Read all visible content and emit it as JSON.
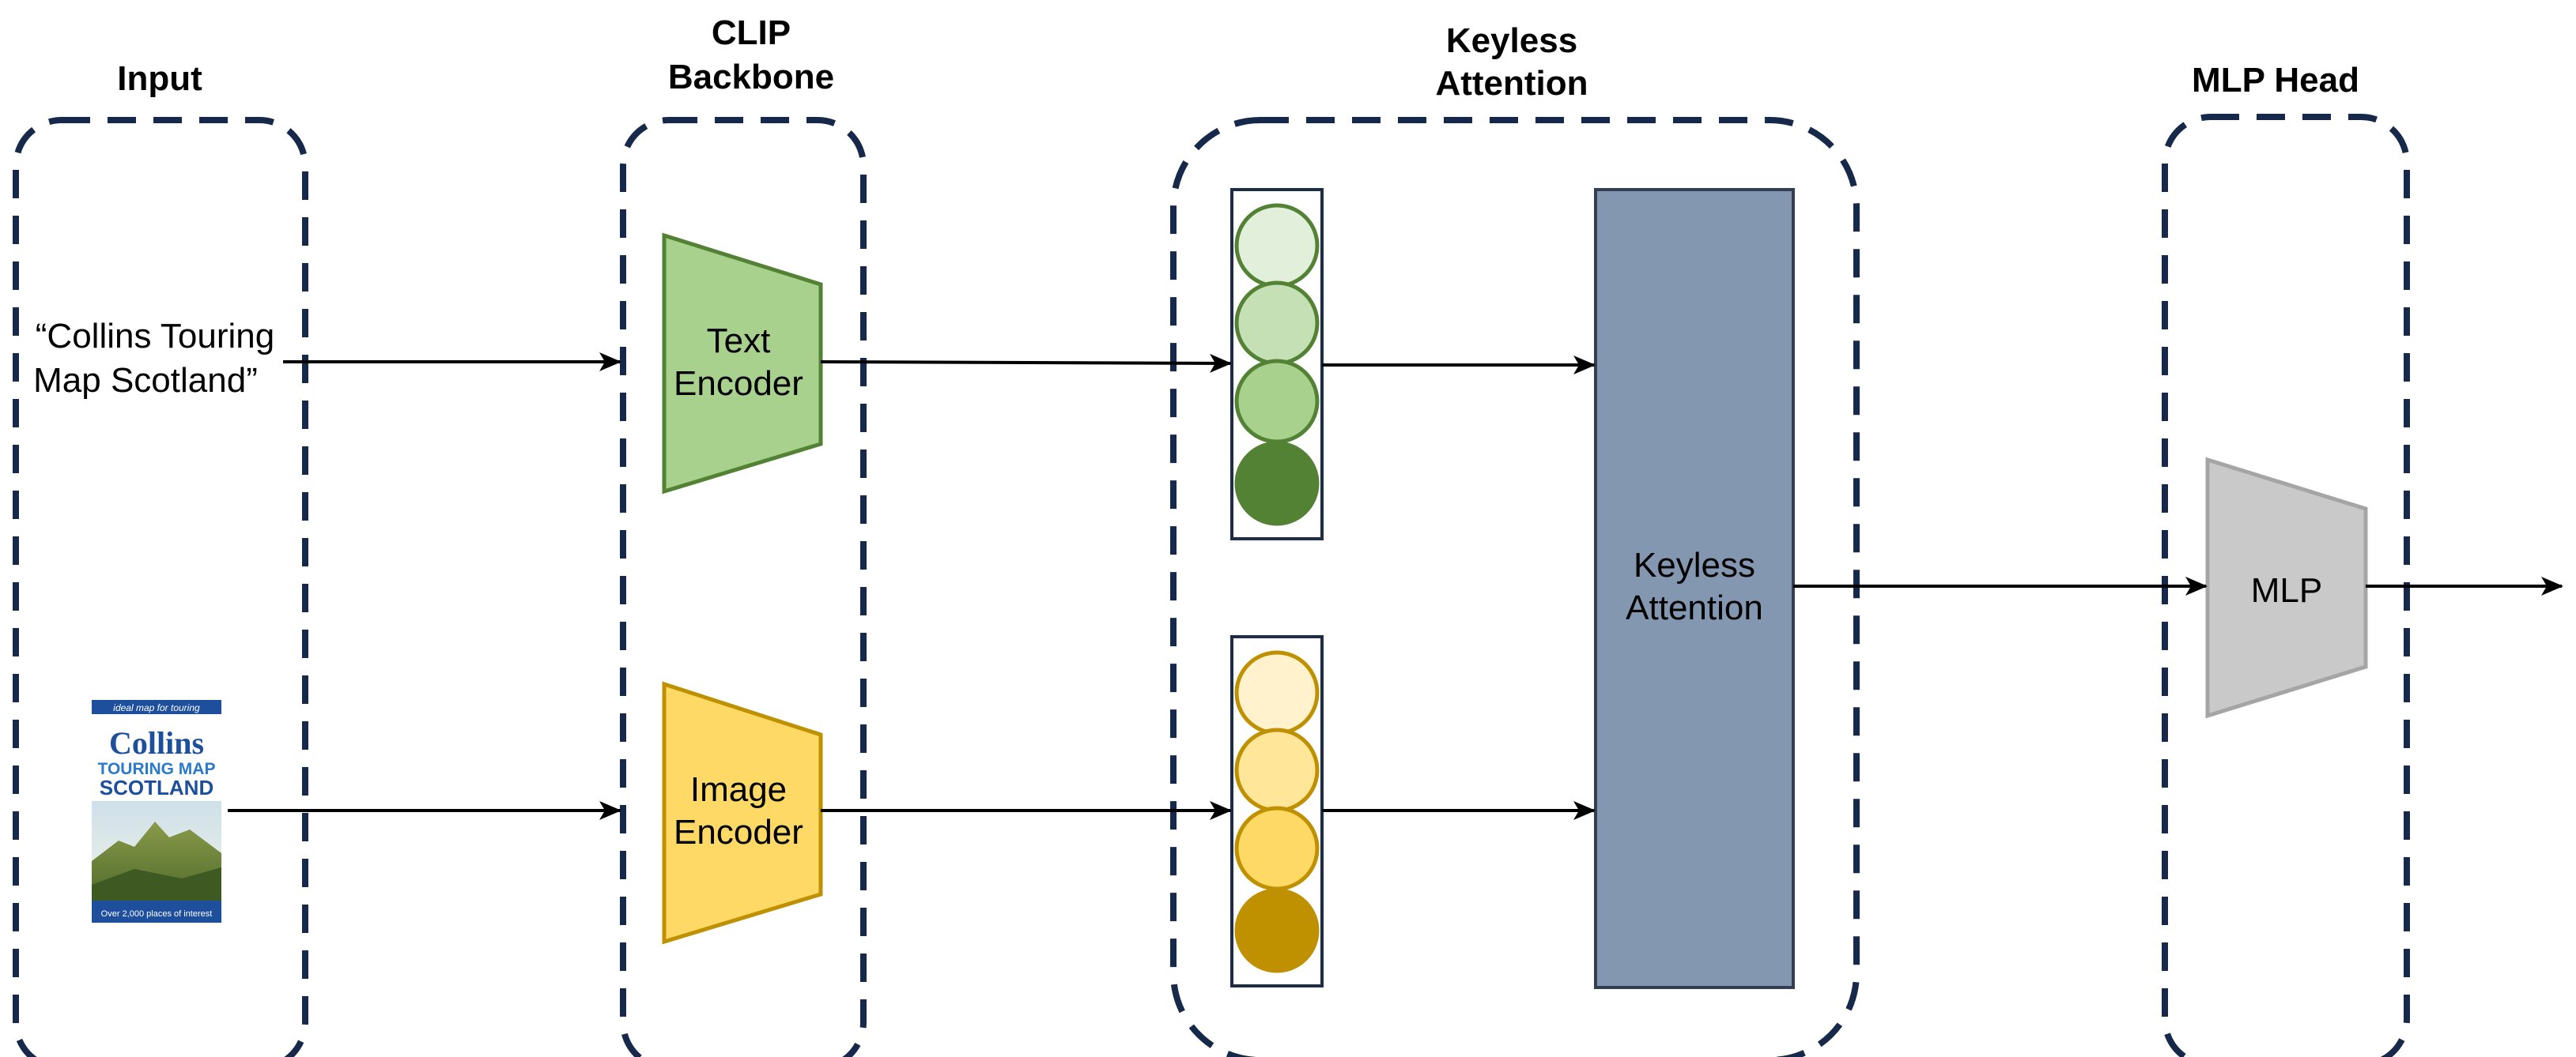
{
  "sections": {
    "input": "Input",
    "clip_line1": "CLIP",
    "clip_line2": "Backbone",
    "keyless_line1": "Keyless",
    "keyless_line2": "Attention",
    "mlp_head": "MLP Head"
  },
  "input_text": {
    "line1": "“Collins Touring",
    "line2": "Map Scotland”"
  },
  "book_cover": {
    "tagline": "ideal map for touring",
    "brand": "Collins",
    "line1": "TOURING MAP",
    "line2": "SCOTLAND",
    "footer": "Over 2,000 places of interest"
  },
  "encoders": {
    "text_line1": "Text",
    "text_line2": "Encoder",
    "image_line1": "Image",
    "image_line2": "Encoder"
  },
  "attention_block": {
    "line1": "Keyless",
    "line2": "Attention"
  },
  "mlp": "MLP",
  "colors": {
    "dashed_border": "#16294a",
    "text_encoder_fill": "#a9d18e",
    "text_encoder_stroke": "#548235",
    "image_encoder_fill": "#ffd966",
    "image_encoder_stroke": "#bf9000",
    "attention_fill": "#8497b0",
    "attention_stroke": "#333f50",
    "mlp_fill": "#c9c9c9",
    "mlp_stroke": "#a5a5a5",
    "text_tokens": [
      "#e2efda",
      "#c5e0b4",
      "#a9d18e",
      "#548235"
    ],
    "image_tokens": [
      "#fff2cc",
      "#ffe699",
      "#ffd966",
      "#bf9000"
    ]
  }
}
